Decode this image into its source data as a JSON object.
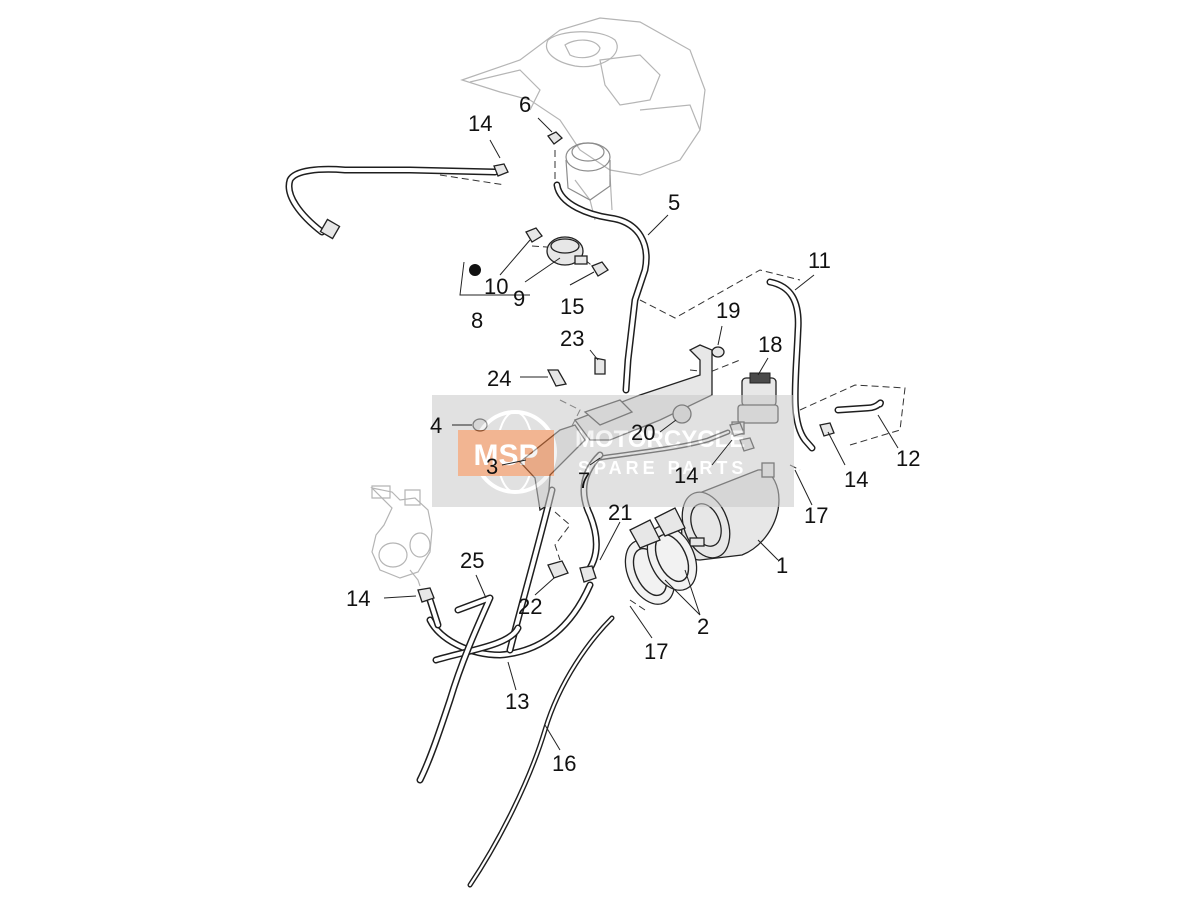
{
  "diagram": {
    "callouts": [
      "6",
      "14",
      "5",
      "11",
      "10",
      "9",
      "15",
      "8",
      "19",
      "23",
      "18",
      "24",
      "4",
      "20",
      "3",
      "7",
      "14",
      "14",
      "12",
      "21",
      "17",
      "1",
      "25",
      "2",
      "14",
      "22",
      "17",
      "13",
      "16"
    ],
    "watermark": {
      "logo_text": "MSP",
      "line1": "MOTORCYCLE",
      "line2": "SPARE PARTS"
    }
  }
}
